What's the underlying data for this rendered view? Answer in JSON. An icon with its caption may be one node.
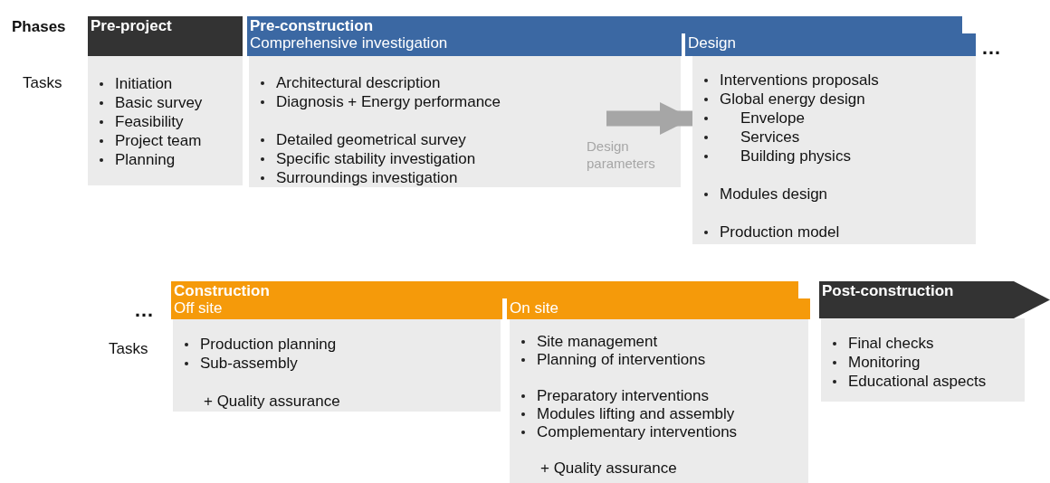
{
  "diagram": {
    "nodes": [
      {
        "text": [
          "Pre-project"
        ]
      },
      {
        "text": [
          "Initiation",
          "Basic survey",
          "Feasibility",
          "Project team",
          "Planning"
        ]
      },
      {
        "text": [
          "Pre-construction"
        ]
      },
      {
        "text": [
          "Comprehensive investigation"
        ]
      },
      {
        "text": [
          "Architectural description",
          "Diagnosis + Energy performance",
          "Detailed geometrical survey",
          "Specific stability investigation",
          "Surroundings investigation"
        ]
      },
      {
        "text": [
          "Design"
        ]
      },
      {
        "text": [
          "Interventions proposals",
          "Global energy design",
          "Envelope",
          "Services",
          "Building physics",
          "Modules design",
          "Production model"
        ]
      },
      {
        "text": [
          "Construction"
        ]
      },
      {
        "text": [
          "Off site"
        ]
      },
      {
        "text": [
          "Production planning",
          "Sub-assembly",
          "+ Quality assurance"
        ]
      },
      {
        "text": [
          "On site"
        ]
      },
      {
        "text": [
          "Site management",
          "Planning of interventions",
          "Preparatory interventions",
          "Modules lifting and assembly",
          "Complementary interventions",
          "+ Quality assurance"
        ]
      },
      {
        "text": [
          "Post-construction"
        ]
      },
      {
        "text": [
          "Final checks",
          "Monitoring",
          "Educational aspects"
        ]
      }
    ],
    "edges": [
      {
        "from": 4,
        "to": 6,
        "arrow": "to",
        "label": "Design parameters",
        "color": "#a6a6a6"
      }
    ],
    "labels": [
      "Phases",
      "Tasks",
      "…",
      "…",
      "Tasks"
    ]
  }
}
